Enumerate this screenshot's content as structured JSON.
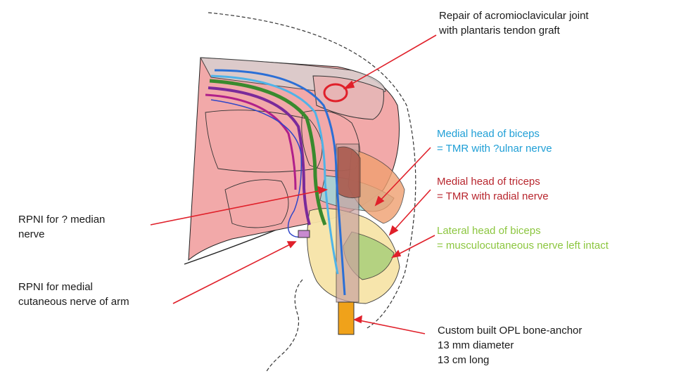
{
  "labels": {
    "acromioclavicular": {
      "lines": [
        "Repair of acromioclavicular joint",
        "with plantaris tendon graft"
      ],
      "color": "#1a1a1a"
    },
    "medial_biceps": {
      "lines": [
        "Medial head of biceps",
        "= TMR with ?ulnar nerve"
      ],
      "color": "#1f9fd6"
    },
    "medial_triceps": {
      "lines": [
        "Medial head of triceps",
        "= TMR with radial nerve"
      ],
      "color": "#b8262e"
    },
    "lateral_biceps": {
      "lines": [
        "Lateral head of biceps",
        "= musculocutaneous nerve left intact"
      ],
      "color": "#8cc63f"
    },
    "rpni_median": {
      "lines": [
        "RPNI for ? median",
        "nerve"
      ],
      "color": "#1a1a1a"
    },
    "rpni_medial_cutaneous": {
      "lines": [
        "RPNI for medial",
        "cutaneous nerve of arm"
      ],
      "color": "#1a1a1a"
    },
    "opl_anchor": {
      "lines": [
        "Custom built OPL bone-anchor",
        "13 mm diameter",
        "13 cm long"
      ],
      "color": "#1a1a1a"
    }
  },
  "colors": {
    "arrow": "#e0202a",
    "shoulder_fill": "#f2a9a9",
    "nerve_blue": "#2b6fd6",
    "nerve_lightblue": "#4fb3e8",
    "nerve_green": "#3a8a2e",
    "nerve_purple": "#7a2a9a",
    "nerve_magenta": "#b0208a",
    "anchor": "#f0a21a"
  }
}
